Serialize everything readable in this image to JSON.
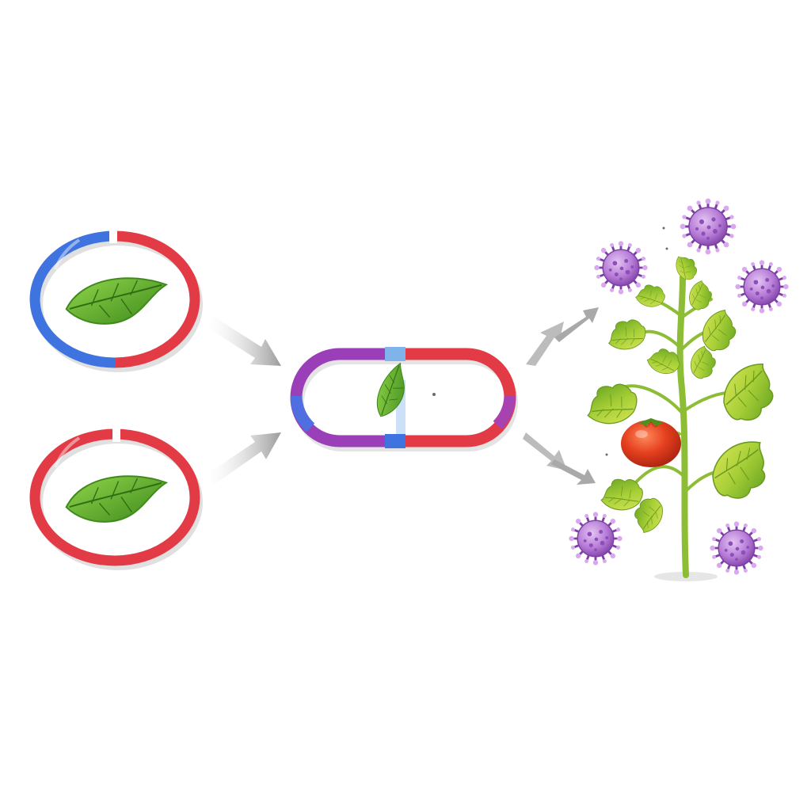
{
  "diagram": {
    "palette": {
      "blue": "#3f74e0",
      "red": "#e23b46",
      "purple": "#9a3fb8",
      "leaf": "#5cb82e",
      "leaf_dark": "#3f8a1c",
      "tomato": "#e5401f",
      "virus": "#b57ad6",
      "virus_dark": "#7d3fa6",
      "arrow": "#b5b5b5",
      "stem": "#9acb3c"
    },
    "components": [
      {
        "id": "plasmid-blue-red",
        "kind": "circular-dna",
        "contains": "leaf-icon",
        "segments": [
          "blue",
          "red"
        ]
      },
      {
        "id": "plasmid-red",
        "kind": "circular-dna",
        "contains": "leaf-icon",
        "segments": [
          "red"
        ]
      },
      {
        "id": "recombinant-plasmid",
        "kind": "circular-dna",
        "contains": "leaf-icon",
        "segments": [
          "purple",
          "blue",
          "red"
        ]
      },
      {
        "id": "tomato-plant",
        "kind": "plant",
        "contains": "tomato-icon"
      },
      {
        "id": "virus-particles",
        "kind": "virus",
        "count": 5
      }
    ],
    "arrows": [
      {
        "from": "plasmid-blue-red",
        "to": "recombinant-plasmid"
      },
      {
        "from": "plasmid-red",
        "to": "recombinant-plasmid"
      },
      {
        "from": "recombinant-plasmid",
        "to": "virus-particles",
        "bidirectional": true
      },
      {
        "from": "recombinant-plasmid",
        "to": "tomato-plant",
        "bidirectional": true
      }
    ]
  }
}
